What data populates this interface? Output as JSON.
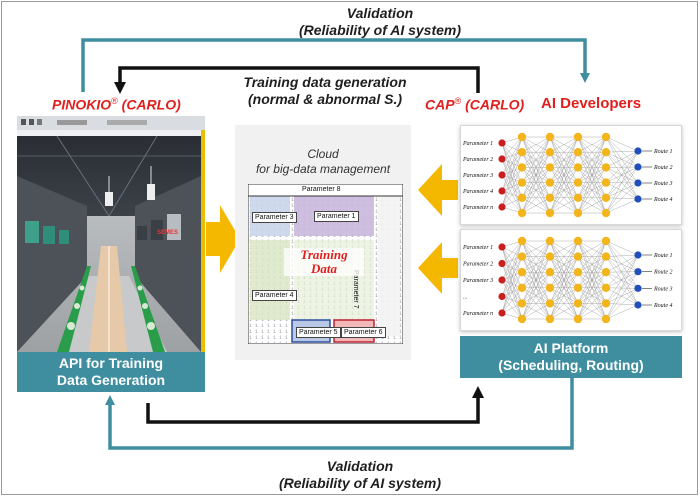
{
  "top_loop": {
    "title": "Validation",
    "subtitle": "(Reliability of AI system)"
  },
  "bottom_loop": {
    "title": "Validation",
    "subtitle": "(Reliability of AI system)"
  },
  "training_gen": {
    "line1": "Training data  generation",
    "line2": "(normal &  abnormal S.)"
  },
  "pinokio": {
    "name": "PINOKIO",
    "reg": "®",
    "suffix": "(CARLO)"
  },
  "cap": {
    "name": "CAP",
    "reg": "®",
    "suffix": "(CARLO)"
  },
  "ai_developers": "AI Developers",
  "cloud": {
    "line1": "Cloud",
    "line2": "for big-data management",
    "center_line1": "Training",
    "center_line2": "Data",
    "params": {
      "p1": "Parameter 1",
      "p3": "Parameter 3",
      "p4": "Parameter 4",
      "p5": "Parameter 5",
      "p6": "Parameter 6",
      "p7": "Parameter 7",
      "p8": "Parameter 8"
    }
  },
  "api_box": {
    "line1": "API for Training",
    "line2": "Data Generation"
  },
  "platform_box": {
    "line1": "AI Platform",
    "line2": "(Scheduling, Routing)"
  },
  "nn_top": {
    "inputs": [
      "Parameter 1",
      "Parameter 2",
      "Parameter 3",
      "Parameter 4",
      "Parameter n"
    ],
    "outputs": [
      "Route 1",
      "Route 2",
      "Route 3",
      "Route 4"
    ]
  },
  "nn_bottom": {
    "inputs": [
      "Parameter 1",
      "Parameter 2",
      "Parameter 3",
      "...",
      "Parameter n"
    ],
    "outputs": [
      "Route 1",
      "Route 2",
      "Route 3",
      "Route 4"
    ]
  },
  "colors": {
    "teal": "#3f8ea0",
    "red": "#e0201e",
    "arrow_orange": "#f5b800",
    "node_gold": "#f2b51c",
    "node_red": "#c8201e",
    "node_blue": "#1f4fbf"
  }
}
